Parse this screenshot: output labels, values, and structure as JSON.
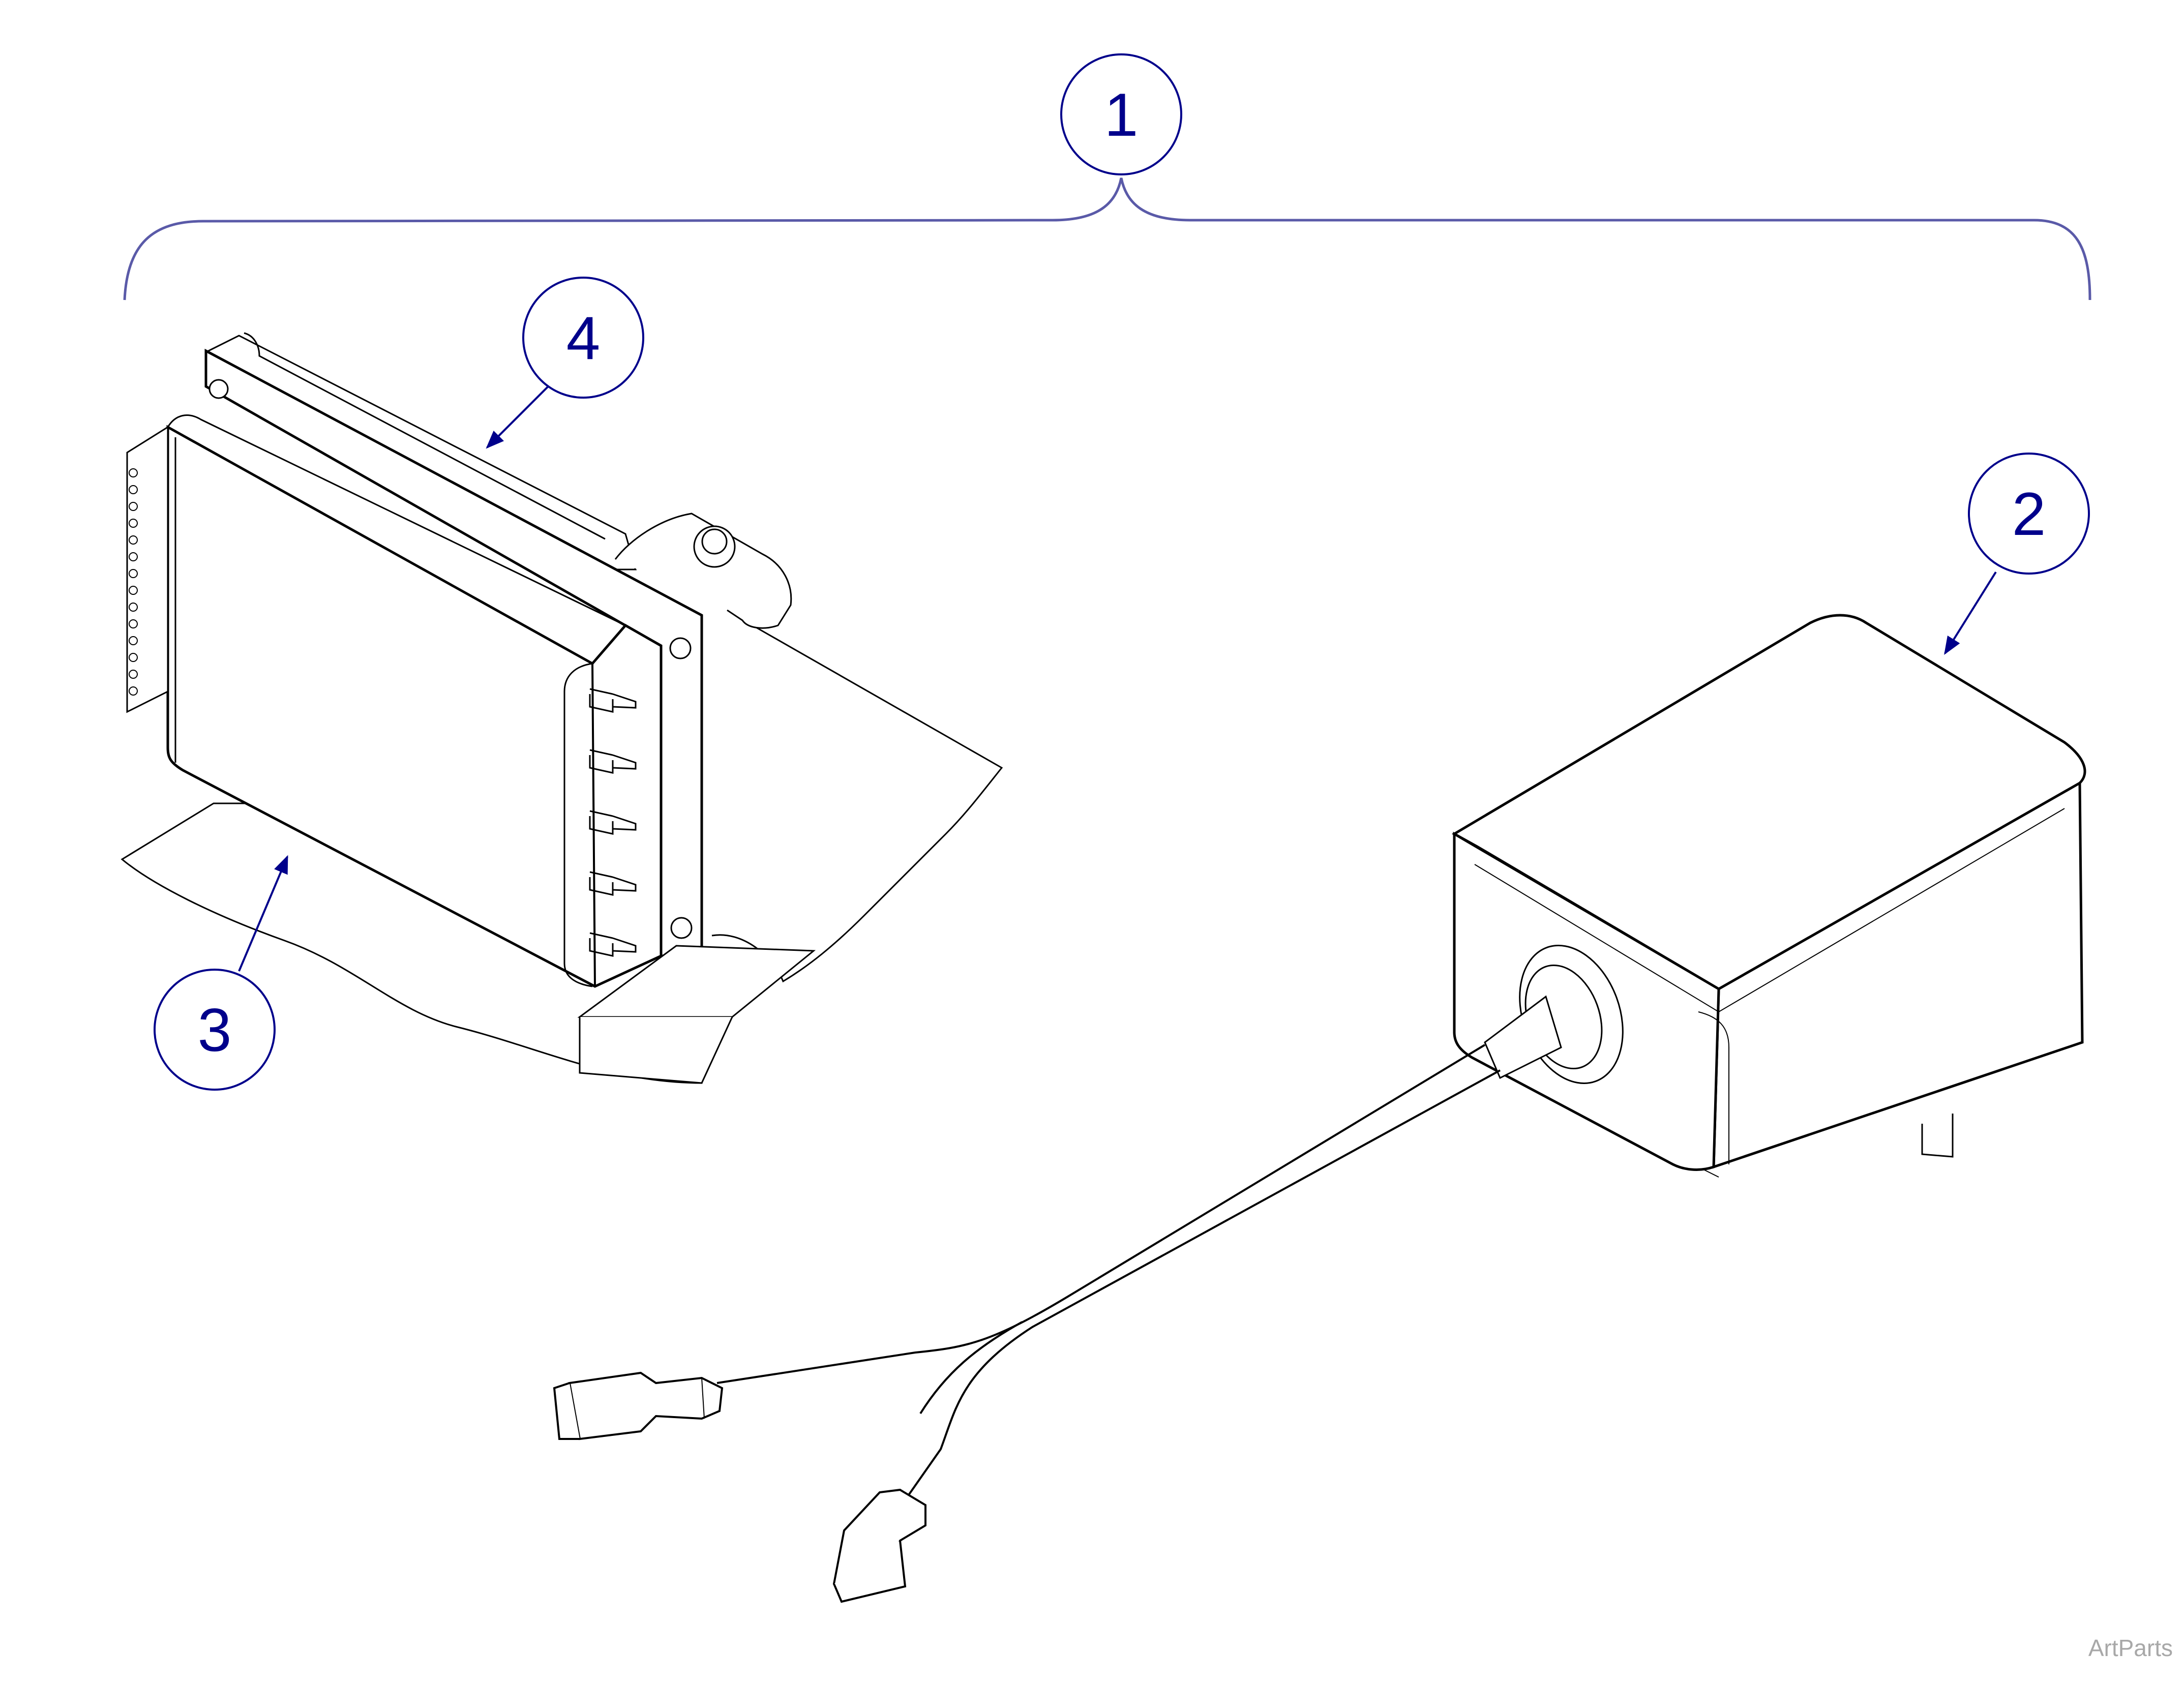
{
  "callouts": {
    "c1": "1",
    "c2": "2",
    "c3": "3",
    "c4": "4"
  },
  "watermark": "ArtParts",
  "colors": {
    "callout_stroke": "#00008b",
    "bracket_stroke": "#5a5aa8",
    "line_art": "#000000",
    "watermark": "#a8a8a8"
  }
}
